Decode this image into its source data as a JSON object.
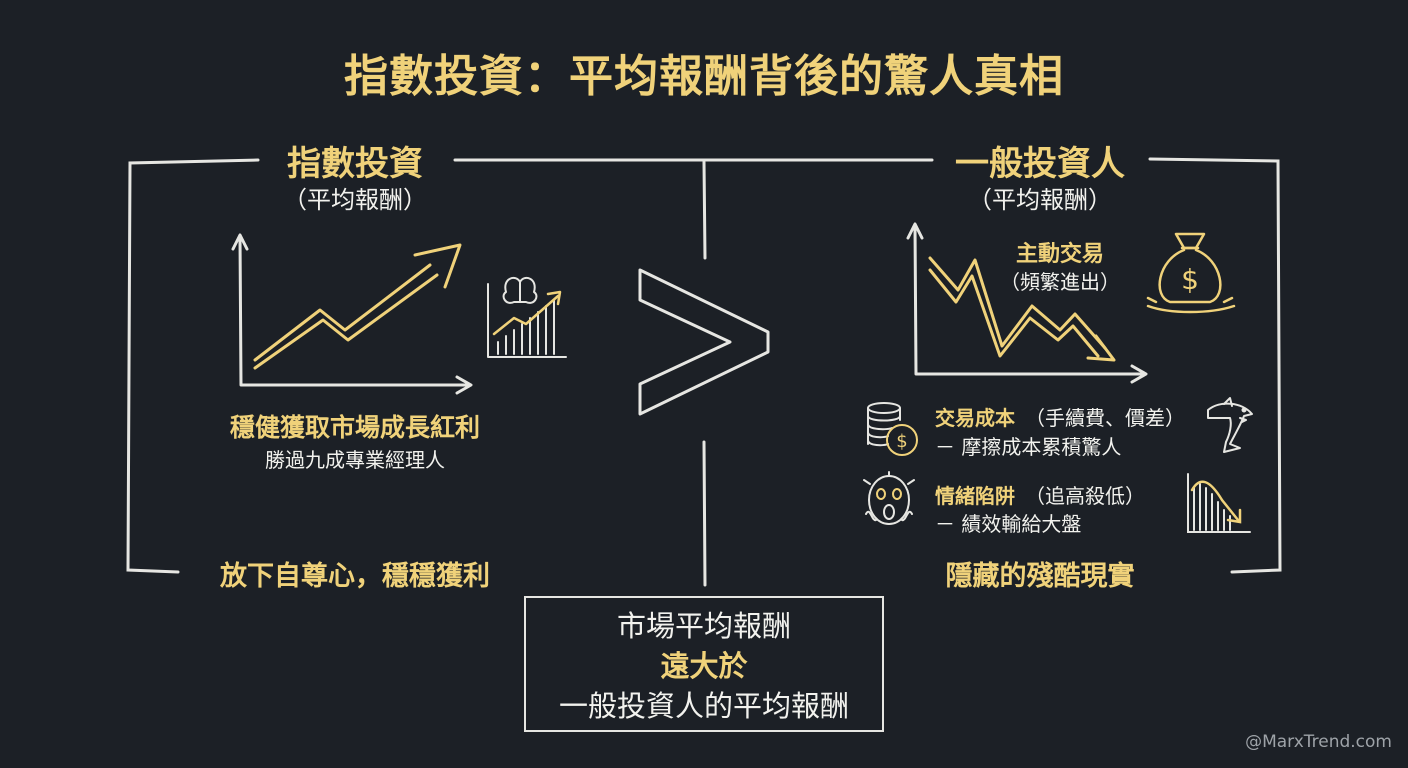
{
  "title": "指數投資：平均報酬背後的驚人真相",
  "left": {
    "title": "指數投資",
    "subtitle": "（平均報酬）",
    "highlight": "穩健獲取市場成長紅利",
    "detail": "勝過九成專業經理人",
    "footer": "放下自尊心，穩穩獲利"
  },
  "comparison_symbol": ">",
  "right": {
    "title": "一般投資人",
    "subtitle": "（平均報酬）",
    "active_trading_title": "主動交易",
    "active_trading_note": "（頻繁進出）",
    "items": [
      {
        "heading": "交易成本",
        "paren": "（手續費、價差）",
        "desc": "－ 摩擦成本累積驚人"
      },
      {
        "heading": "情緒陷阱",
        "paren": "（追高殺低）",
        "desc": "－ 績效輸給大盤"
      }
    ],
    "footer": "隱藏的殘酷現實"
  },
  "conclusion": {
    "line1": "市場平均報酬",
    "line2": "遠大於",
    "line3": "一般投資人的平均報酬"
  },
  "watermark": "@MarxTrend.com",
  "icons": [
    "rising-arrow-chart-icon",
    "brain-bar-chart-icon",
    "greater-than-icon",
    "falling-zigzag-chart-icon",
    "money-bag-icon",
    "coin-stack-icon",
    "shark-icon",
    "screaming-face-icon",
    "falling-bar-chart-icon"
  ],
  "colors": {
    "background": "#1c2026",
    "accent": "#f0d27a",
    "text": "#f2f2ee",
    "line": "#e6e6e2"
  }
}
